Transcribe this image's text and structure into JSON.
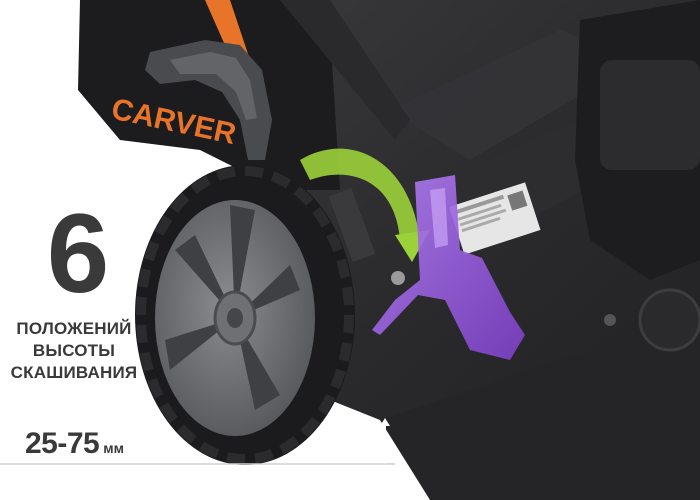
{
  "brand": {
    "logo_text": "CARVER"
  },
  "height_positions": {
    "count": "6",
    "caption_lines": [
      "ПОЛОЖЕНИЙ",
      "ВЫСОТЫ",
      "СКАШИВАНИЯ"
    ]
  },
  "cut_range": {
    "value": "25-75",
    "unit": "мм"
  },
  "colors": {
    "deck": "#2b2b2d",
    "tire": "#1e1e20",
    "rim": "#6b6d70",
    "lever_purple": "#9b59d9",
    "arrow_green": "#9bd23a",
    "brand_orange": "#e8742a",
    "text": "#3a3a3a"
  }
}
